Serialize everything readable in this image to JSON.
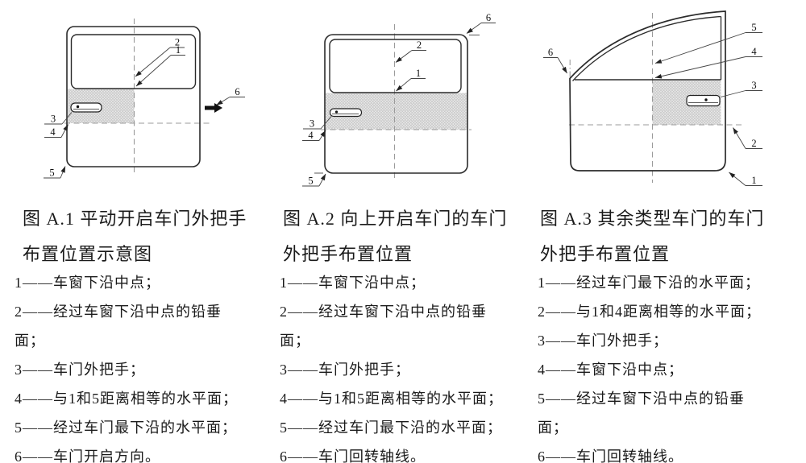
{
  "page": {
    "background": "#ffffff"
  },
  "colors": {
    "line": "#2b2b2b",
    "dashed_reference_line": "#9b9b9b",
    "hatch_fill": "#eaeaea",
    "hatch_stroke": "#c4c4c4",
    "text": "#1a1a1a"
  },
  "figures": [
    {
      "caption_lines": [
        "图 A.1  平动开启车门外把手",
        "布置位置示意图"
      ],
      "legend_lines": [
        "1——车窗下沿中点；",
        "2——经过车窗下沿中点的铅垂",
        "面；",
        "3——车门外把手；",
        "4——与1和5距离相等的水平面；",
        "5——经过车门最下沿的水平面；",
        "6——车门开启方向。"
      ],
      "callouts": {
        "n1": "1",
        "n2": "2",
        "n3": "3",
        "n4": "4",
        "n5": "5",
        "n6": "6"
      }
    },
    {
      "caption_lines": [
        "图 A.2  向上开启车门的车门",
        "外把手布置位置"
      ],
      "legend_lines": [
        "1——车窗下沿中点；",
        "2——经过车窗下沿中点的铅垂",
        "面；",
        "3——车门外把手；",
        "4——与1和5距离相等的水平面；",
        "5——经过车门最下沿的水平面；",
        "6——车门回转轴线。"
      ],
      "callouts": {
        "n1": "1",
        "n2": "2",
        "n3": "3",
        "n4": "4",
        "n5": "5",
        "n6": "6"
      }
    },
    {
      "caption_lines": [
        "图 A.3  其余类型车门的车门",
        "外把手布置位置"
      ],
      "legend_lines": [
        "1——经过车门最下沿的水平面；",
        "2——与1和4距离相等的水平面；",
        "3——车门外把手；",
        "4——车窗下沿中点；",
        "5——经过车窗下沿中点的铅垂",
        "面；",
        "6——车门回转轴线。"
      ],
      "callouts": {
        "n1": "1",
        "n2": "2",
        "n3": "3",
        "n4": "4",
        "n5": "5",
        "n6": "6"
      }
    }
  ]
}
